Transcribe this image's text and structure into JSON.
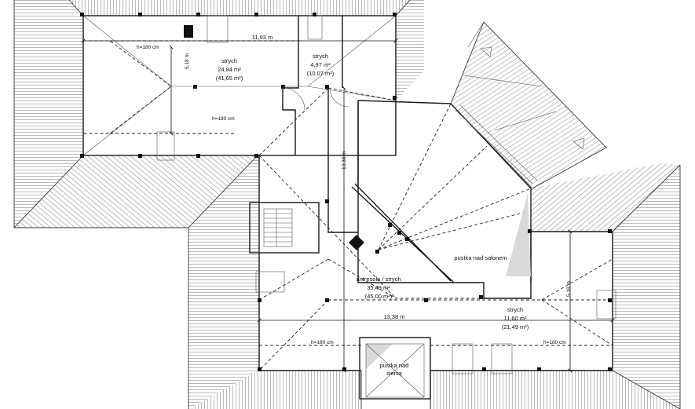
{
  "rooms": {
    "strych_a": {
      "name": "strych",
      "area": "24,84 m²",
      "area_total": "(41,65 m²)"
    },
    "strych_b": {
      "name": "strych",
      "area": "4,97 m²",
      "area_total": "(10,07 m²)"
    },
    "antresola": {
      "name": "antresola / strych",
      "area": "35,49 m²",
      "area_total": "(45,00 m²)"
    },
    "strych_c": {
      "name": "strych",
      "area": "11,60 m²",
      "area_total": "(21,49 m²)"
    },
    "pustka_salon": {
      "name": "pustka nad salonem"
    },
    "pustka_sien_1": {
      "name": "pustka nad"
    },
    "pustka_sien_2": {
      "name": "sienią"
    }
  },
  "dimensions": {
    "top_width": "11,93 m",
    "left_height": "5,18 m",
    "center_height": "13,38 m",
    "bottom_width": "13,38 m",
    "right_height": "5,18 m"
  },
  "heights": {
    "h_top_left": "h=180 cm",
    "h_top_mid": "h=180 cm",
    "h_bottom_left": "h=180 cm",
    "h_bottom_right": "h=180 cm"
  }
}
